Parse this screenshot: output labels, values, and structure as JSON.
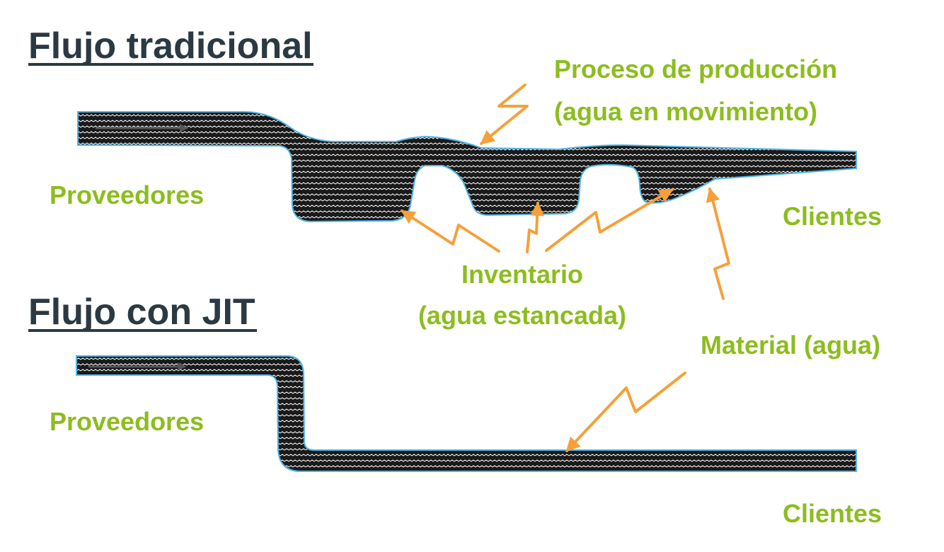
{
  "titles": {
    "traditional": "Flujo tradicional",
    "jit": "Flujo con JIT"
  },
  "labels": {
    "process_line1": "Proceso de producción",
    "process_line2": "(agua en movimiento)",
    "suppliers_top": "Proveedores",
    "customers_top": "Clientes",
    "inventory_line1": "Inventario",
    "inventory_line2": "(agua estancada)",
    "material": "Material (agua)",
    "suppliers_bottom": "Proveedores",
    "customers_bottom": "Clientes"
  },
  "colors": {
    "heading": "#2b3a42",
    "label": "#8cbd1e",
    "arrow": "#f5a03a",
    "pipe_fill": "#1a1a1a",
    "pipe_outline": "#4fb5e6",
    "wave": "#ffffff"
  }
}
